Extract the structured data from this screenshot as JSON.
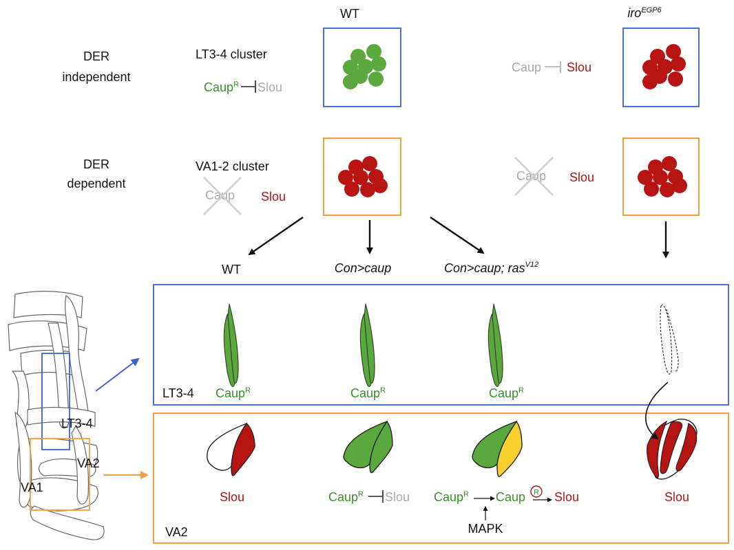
{
  "colors": {
    "green": "#5aa83e",
    "green_text": "#3a8f2c",
    "red": "#b81414",
    "red_text": "#b01414",
    "grey": "#a9a9a9",
    "blue": "#4a6fd8",
    "orange": "#f0a040",
    "yellow": "#f7d02e"
  },
  "columns": {
    "wt": "WT",
    "iro": {
      "base": "iro",
      "sup": "EGP6"
    }
  },
  "rows": {
    "der_independent": {
      "line1": "DER",
      "line2": "independent",
      "cluster": "LT3-4 cluster"
    },
    "der_dependent": {
      "line1": "DER",
      "line2": "dependent",
      "cluster": "VA1-2 cluster"
    }
  },
  "gene": {
    "caup": "Caup",
    "caup_r_sup": "R",
    "slou": "Slou",
    "mapk": "MAPK",
    "circled_r": "R"
  },
  "conditions": {
    "wt": "WT",
    "con_caup": "Con>caup",
    "con_caup_ras": {
      "base": "Con>caup; ras",
      "sup": "V12"
    }
  },
  "panels": {
    "lt34": "LT3-4",
    "va2": "VA2"
  },
  "anatomy": {
    "lt34": "LT3-4",
    "va2": "VA2",
    "va1": "VA1"
  }
}
